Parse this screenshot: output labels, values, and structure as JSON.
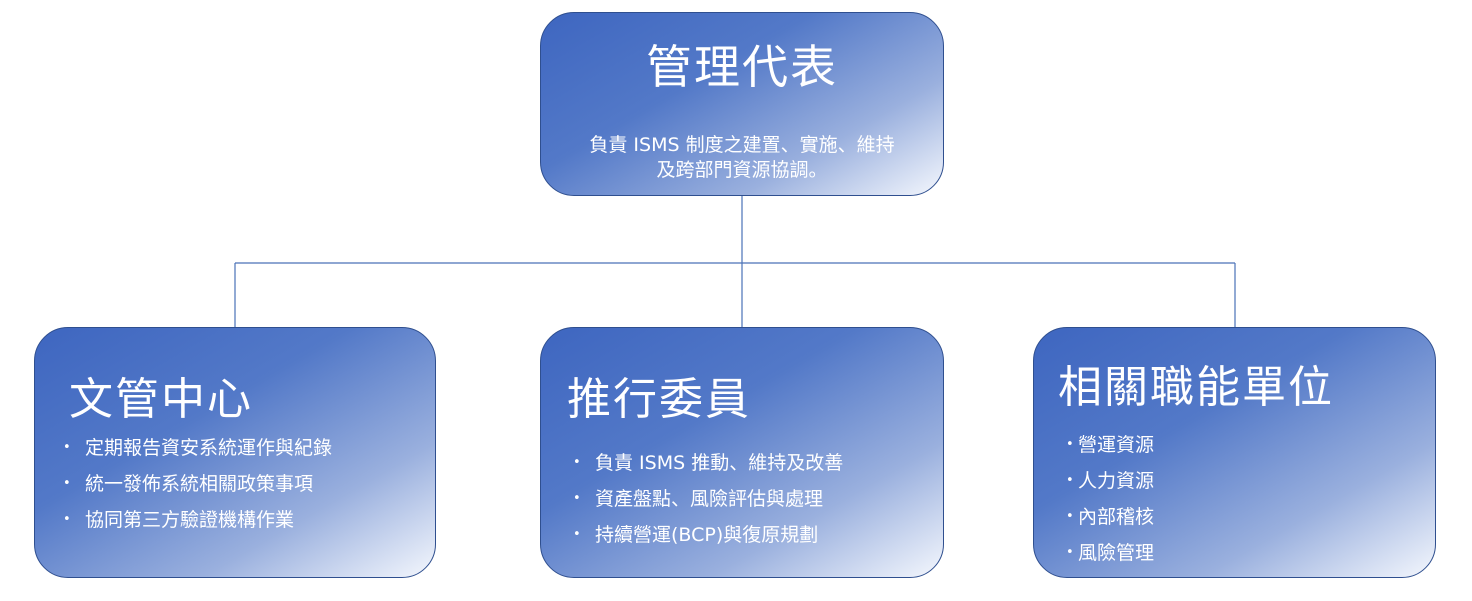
{
  "diagram": {
    "top": {
      "title": "管理代表",
      "description_lines": [
        "負責 ISMS 制度之建置、實施、維持",
        "及跨部門資源協調。"
      ]
    },
    "units": [
      {
        "title": "文管中心",
        "items": [
          "定期報告資安系統運作與紀錄",
          "統一發佈系統相關政策事項",
          "協同第三方驗證機構作業"
        ]
      },
      {
        "title": "推行委員",
        "items": [
          "負責 ISMS 推動、維持及改善",
          "資產盤點、風險評估與處理",
          "持續營運(BCP)與復原規劃"
        ]
      },
      {
        "title": "相關職能單位",
        "items": [
          "營運資源",
          "人力資源",
          "內部稽核",
          "風險管理"
        ]
      }
    ],
    "colors": {
      "box_fill_dark": "#3e66c0",
      "box_fill_light": "#f4f7fd",
      "box_border": "#2f4f8f",
      "connector": "#4a72b8",
      "text": "#ffffff"
    }
  }
}
